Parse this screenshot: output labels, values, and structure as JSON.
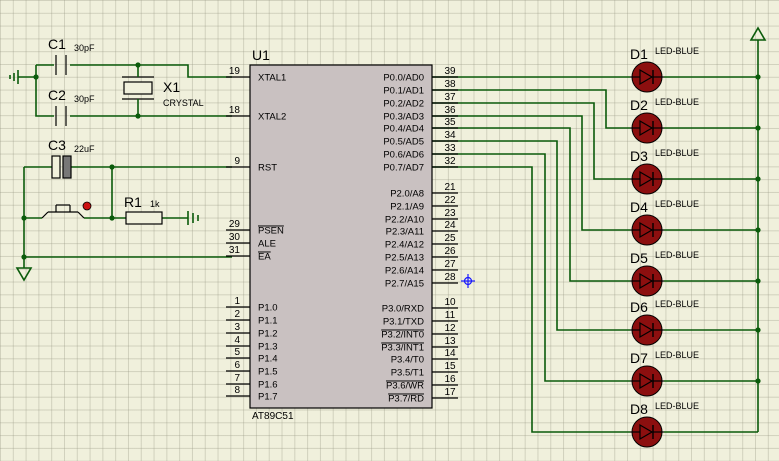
{
  "mcu": {
    "ref": "U1",
    "part": "AT89C51",
    "left_pins": [
      {
        "num": "19",
        "label": "XTAL1"
      },
      {
        "num": "18",
        "label": "XTAL2"
      },
      {
        "num": "9",
        "label": "RST"
      },
      {
        "num": "29",
        "label": "PSEN"
      },
      {
        "num": "30",
        "label": "ALE"
      },
      {
        "num": "31",
        "label": "EA"
      },
      {
        "num": "1",
        "label": "P1.0"
      },
      {
        "num": "2",
        "label": "P1.1"
      },
      {
        "num": "3",
        "label": "P1.2"
      },
      {
        "num": "4",
        "label": "P1.3"
      },
      {
        "num": "5",
        "label": "P1.4"
      },
      {
        "num": "6",
        "label": "P1.5"
      },
      {
        "num": "7",
        "label": "P1.6"
      },
      {
        "num": "8",
        "label": "P1.7"
      }
    ],
    "right_pins": [
      {
        "num": "39",
        "label": "P0.0/AD0"
      },
      {
        "num": "38",
        "label": "P0.1/AD1"
      },
      {
        "num": "37",
        "label": "P0.2/AD2"
      },
      {
        "num": "36",
        "label": "P0.3/AD3"
      },
      {
        "num": "35",
        "label": "P0.4/AD4"
      },
      {
        "num": "34",
        "label": "P0.5/AD5"
      },
      {
        "num": "33",
        "label": "P0.6/AD6"
      },
      {
        "num": "32",
        "label": "P0.7/AD7"
      },
      {
        "num": "21",
        "label": "P2.0/A8"
      },
      {
        "num": "22",
        "label": "P2.1/A9"
      },
      {
        "num": "23",
        "label": "P2.2/A10"
      },
      {
        "num": "24",
        "label": "P2.3/A11"
      },
      {
        "num": "25",
        "label": "P2.4/A12"
      },
      {
        "num": "26",
        "label": "P2.5/A13"
      },
      {
        "num": "27",
        "label": "P2.6/A14"
      },
      {
        "num": "28",
        "label": "P2.7/A15"
      },
      {
        "num": "10",
        "label": "P3.0/RXD"
      },
      {
        "num": "11",
        "label": "P3.1/TXD"
      },
      {
        "num": "12",
        "label": "P3.2/INT0"
      },
      {
        "num": "13",
        "label": "P3.3/INT1"
      },
      {
        "num": "14",
        "label": "P3.4/T0"
      },
      {
        "num": "15",
        "label": "P3.5/T1"
      },
      {
        "num": "16",
        "label": "P3.6/WR"
      },
      {
        "num": "17",
        "label": "P3.7/RD"
      }
    ]
  },
  "components": {
    "c1": {
      "ref": "C1",
      "value": "30pF"
    },
    "c2": {
      "ref": "C2",
      "value": "30pF"
    },
    "c3": {
      "ref": "C3",
      "value": "22uF"
    },
    "x1": {
      "ref": "X1",
      "value": "CRYSTAL"
    },
    "r1": {
      "ref": "R1",
      "value": "1k"
    }
  },
  "leds": [
    {
      "ref": "D1",
      "value": "LED-BLUE"
    },
    {
      "ref": "D2",
      "value": "LED-BLUE"
    },
    {
      "ref": "D3",
      "value": "LED-BLUE"
    },
    {
      "ref": "D4",
      "value": "LED-BLUE"
    },
    {
      "ref": "D5",
      "value": "LED-BLUE"
    },
    {
      "ref": "D6",
      "value": "LED-BLUE"
    },
    {
      "ref": "D7",
      "value": "LED-BLUE"
    },
    {
      "ref": "D8",
      "value": "LED-BLUE"
    }
  ],
  "colors": {
    "wire": "#0b5b0b",
    "chip_fill": "#c9c1c1",
    "led_fill": "#8c0f0f",
    "pin_marker": "#1a1aff",
    "button_dot": "#cc1111"
  }
}
